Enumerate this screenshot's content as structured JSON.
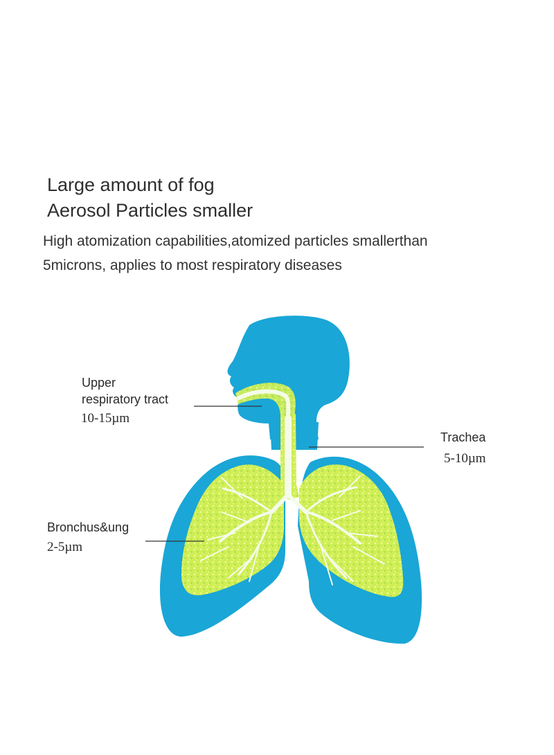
{
  "headline": {
    "line1": "Large amount of fog",
    "line2": "Aerosol Particles smaller"
  },
  "description": {
    "line1": "High atomization capabilities,atomized particles smallerthan",
    "line2": "5microns, applies to most respiratory diseases"
  },
  "callouts": {
    "upper": {
      "label_line1": "Upper",
      "label_line2": "respiratory tract",
      "size": "10-15µm"
    },
    "trachea": {
      "label": "Trachea",
      "size": "5-10µm"
    },
    "bronchus": {
      "label": "Bronchus&ung",
      "size": "2-5µm"
    }
  },
  "colors": {
    "body_blue": "#1aa6d6",
    "aerosol_green": "#d8f35a",
    "airway_white": "#f4fbe8",
    "leader_line": "#333333"
  }
}
